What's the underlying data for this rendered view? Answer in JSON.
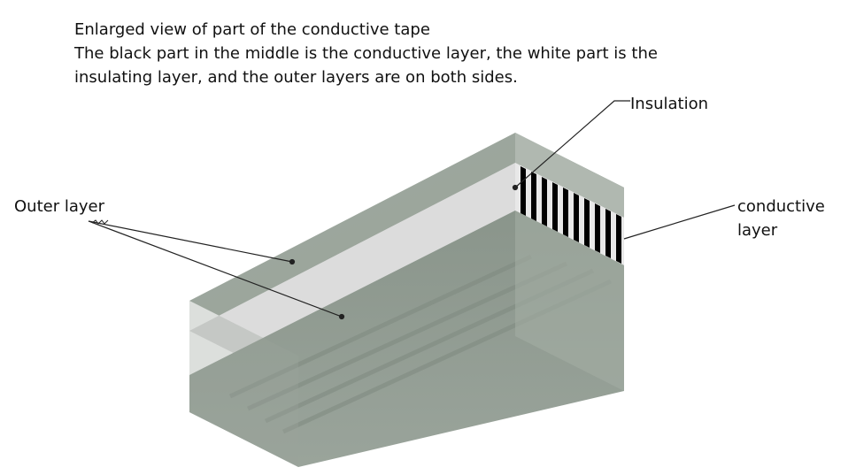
{
  "caption": {
    "title": "Enlarged view of part of the conductive tape",
    "line2": "The black part in the middle is the conductive layer, the white part is the",
    "line3": "insulating layer, and the outer layers are on both sides."
  },
  "labels": {
    "insulation": "Insulation",
    "outer_layer": "Outer layer",
    "conductive_layer": "conductive layer"
  },
  "colors": {
    "outer_layer_top": "#9aa49a",
    "outer_layer_side": "#8f9a90",
    "insulating_layer": "#dcdcdc",
    "end_face_outer": "#a9b3a9",
    "conductive_stripes": "#000000",
    "leader_lines": "#222222"
  }
}
